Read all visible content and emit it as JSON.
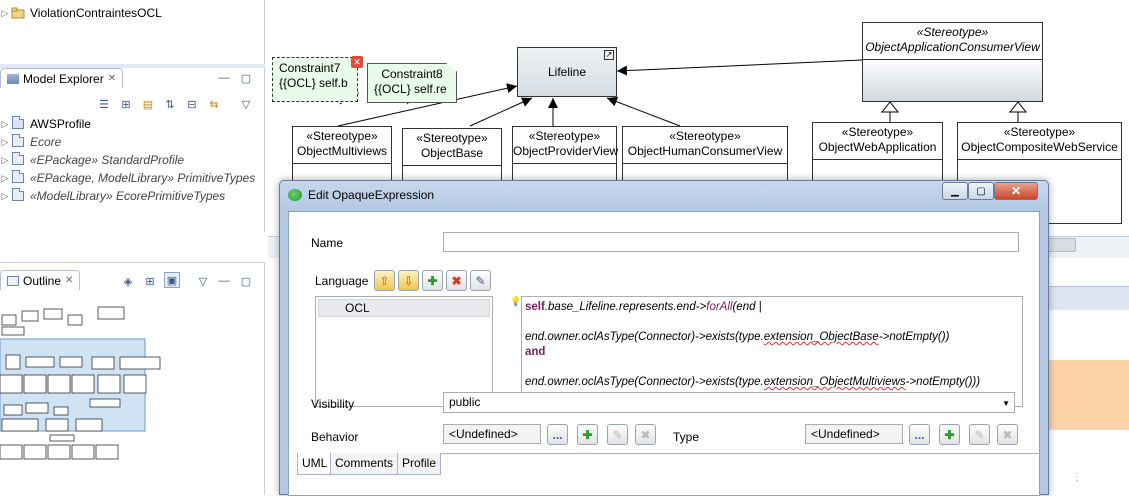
{
  "tree_top": {
    "item_label": "ViolationContraintesOCL"
  },
  "model_explorer": {
    "tab_label": "Model Explorer",
    "items": [
      {
        "label": "AWSProfile",
        "italic": false,
        "icon": "profile-icon"
      },
      {
        "label": "Ecore",
        "italic": true,
        "icon": "package-icon"
      },
      {
        "label": "«EPackage» StandardProfile",
        "italic": true,
        "icon": "package-icon"
      },
      {
        "label": "«EPackage, ModelLibrary» PrimitiveTypes",
        "italic": true,
        "icon": "package-icon"
      },
      {
        "label": "«ModelLibrary» EcorePrimitiveTypes",
        "italic": true,
        "icon": "package-icon"
      }
    ]
  },
  "outline": {
    "tab_label": "Outline"
  },
  "diagram": {
    "lifeline": {
      "name": "Lifeline"
    },
    "app_consumer_view": {
      "stereotype": "«Stereotype»",
      "name": "ObjectApplicationConsumerView"
    },
    "constraint7": {
      "line1": "Constraint7",
      "line2": "{{OCL} self.b"
    },
    "constraint8": {
      "line1": "Constraint8",
      "line2": "{{OCL} self.re"
    },
    "stereotypes": [
      {
        "stereotype": "«Stereotype»",
        "name": "ObjectMultiviews"
      },
      {
        "stereotype": "«Stereotype»",
        "name": "ObjectBase"
      },
      {
        "stereotype": "«Stereotype»",
        "name": "ObjectProviderView"
      },
      {
        "stereotype": "«Stereotype»",
        "name": "ObjectHumanConsumerView"
      },
      {
        "stereotype": "«Stereotype»",
        "name": "ObjectWebApplication"
      },
      {
        "stereotype": "«Stereotype»",
        "name": "ObjectCompositeWebService"
      }
    ]
  },
  "dialog": {
    "title": "Edit OpaqueExpression",
    "name_label": "Name",
    "name_value": "",
    "language_label": "Language",
    "languages": [
      "OCL"
    ],
    "code": {
      "line1_a": "self",
      "line1_b": ".base_Lifeline.represents.end->",
      "line1_c": "forAll",
      "line1_d": "(end |",
      "line2_a": "end.owner.oclAsType(Connector)->exists(type.",
      "line2_b": "extension_ObjectBase",
      "line2_c": "->notEmpty())",
      "line3": "and",
      "line4_a": "end.owner.oclAsType(Connector)->exists(type.",
      "line4_b": "extension_ObjectMultiviews",
      "line4_c": "->notEmpty()))"
    },
    "visibility_label": "Visibility",
    "visibility_value": "public",
    "behavior_label": "Behavior",
    "behavior_value": "<Undefined>",
    "type_label": "Type",
    "type_value": "<Undefined>",
    "browse_label": "...",
    "tabs": [
      "UML",
      "Comments",
      "Profile"
    ]
  },
  "colors": {
    "accent": "#3a5a8c",
    "note_bg": "#e9fbe9",
    "lifeline_bg": "#dfe6ea",
    "right_panel_orange": "#fdd3a8"
  }
}
